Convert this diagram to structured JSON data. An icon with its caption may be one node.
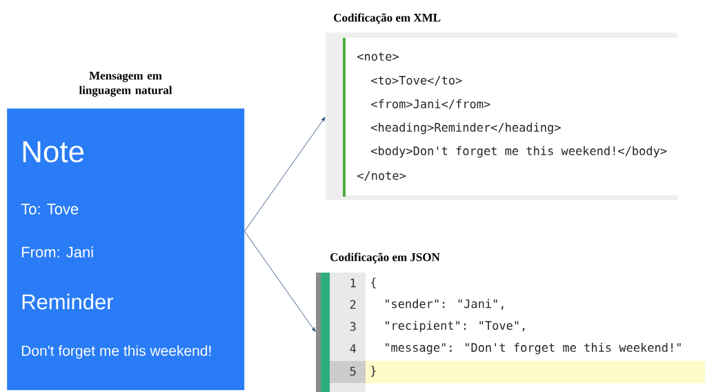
{
  "diagram": {
    "nodes": [
      {
        "text": [
          "Mensagem em linguagem natural",
          "Note",
          "To: Tove",
          "From: Jani",
          "Reminder",
          "Don't forget me this weekend!"
        ]
      },
      {
        "text": [
          "Codificação em XML",
          "<note>",
          "<to>Tove</to>",
          "<from>Jani</from>",
          "<heading>Reminder</heading>",
          "<body>Don't forget me this weekend!</body>",
          "</note>"
        ]
      },
      {
        "text": [
          "Codificação em JSON",
          "1",
          "{",
          "2",
          "\"sender\": \"Jani\",",
          "3",
          "\"recipient\": \"Tove\",",
          "4",
          "\"message\": \"Don't forget me this weekend!\"",
          "5",
          "}"
        ]
      }
    ],
    "edges": [
      {
        "from": 0,
        "to": 1,
        "arrow": "to"
      },
      {
        "from": 0,
        "to": 2,
        "arrow": "to"
      }
    ]
  }
}
